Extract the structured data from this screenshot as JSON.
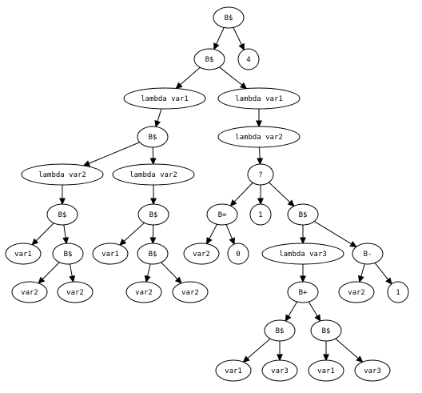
{
  "diagram": {
    "nodes": [
      {
        "id": "n0",
        "label": "B$"
      },
      {
        "id": "n1",
        "label": "B$"
      },
      {
        "id": "n2",
        "label": "4"
      },
      {
        "id": "n3",
        "label": "lambda var1"
      },
      {
        "id": "n4",
        "label": "lambda var1"
      },
      {
        "id": "n5",
        "label": "B$"
      },
      {
        "id": "n6",
        "label": "lambda var2"
      },
      {
        "id": "n7",
        "label": "lambda var2"
      },
      {
        "id": "n8",
        "label": "lambda var2"
      },
      {
        "id": "n9",
        "label": "?"
      },
      {
        "id": "n10",
        "label": "B$"
      },
      {
        "id": "n11",
        "label": "B$"
      },
      {
        "id": "n12",
        "label": "B="
      },
      {
        "id": "n13",
        "label": "1"
      },
      {
        "id": "n14",
        "label": "B$"
      },
      {
        "id": "n15",
        "label": "var1"
      },
      {
        "id": "n16",
        "label": "B$"
      },
      {
        "id": "n17",
        "label": "var1"
      },
      {
        "id": "n18",
        "label": "B$"
      },
      {
        "id": "n19",
        "label": "var2"
      },
      {
        "id": "n20",
        "label": "0"
      },
      {
        "id": "n21",
        "label": "lambda var3"
      },
      {
        "id": "n22",
        "label": "B-"
      },
      {
        "id": "n23",
        "label": "var2"
      },
      {
        "id": "n24",
        "label": "var2"
      },
      {
        "id": "n25",
        "label": "var2"
      },
      {
        "id": "n26",
        "label": "var2"
      },
      {
        "id": "n27",
        "label": "B+"
      },
      {
        "id": "n28",
        "label": "var2"
      },
      {
        "id": "n29",
        "label": "1"
      },
      {
        "id": "n30",
        "label": "B$"
      },
      {
        "id": "n31",
        "label": "B$"
      },
      {
        "id": "n32",
        "label": "var1"
      },
      {
        "id": "n33",
        "label": "var3"
      },
      {
        "id": "n34",
        "label": "var1"
      },
      {
        "id": "n35",
        "label": "var3"
      }
    ],
    "edges": [
      [
        "n0",
        "n1"
      ],
      [
        "n0",
        "n2"
      ],
      [
        "n1",
        "n3"
      ],
      [
        "n1",
        "n4"
      ],
      [
        "n3",
        "n5"
      ],
      [
        "n4",
        "n8"
      ],
      [
        "n5",
        "n6"
      ],
      [
        "n5",
        "n7"
      ],
      [
        "n8",
        "n9"
      ],
      [
        "n6",
        "n10"
      ],
      [
        "n7",
        "n11"
      ],
      [
        "n9",
        "n12"
      ],
      [
        "n9",
        "n13"
      ],
      [
        "n9",
        "n14"
      ],
      [
        "n10",
        "n15"
      ],
      [
        "n10",
        "n16"
      ],
      [
        "n11",
        "n17"
      ],
      [
        "n11",
        "n18"
      ],
      [
        "n12",
        "n19"
      ],
      [
        "n12",
        "n20"
      ],
      [
        "n14",
        "n21"
      ],
      [
        "n14",
        "n22"
      ],
      [
        "n16",
        "n23"
      ],
      [
        "n16",
        "n24"
      ],
      [
        "n18",
        "n25"
      ],
      [
        "n18",
        "n26"
      ],
      [
        "n21",
        "n27"
      ],
      [
        "n22",
        "n28"
      ],
      [
        "n22",
        "n29"
      ],
      [
        "n27",
        "n30"
      ],
      [
        "n27",
        "n31"
      ],
      [
        "n30",
        "n32"
      ],
      [
        "n30",
        "n33"
      ],
      [
        "n31",
        "n34"
      ],
      [
        "n31",
        "n35"
      ]
    ]
  }
}
